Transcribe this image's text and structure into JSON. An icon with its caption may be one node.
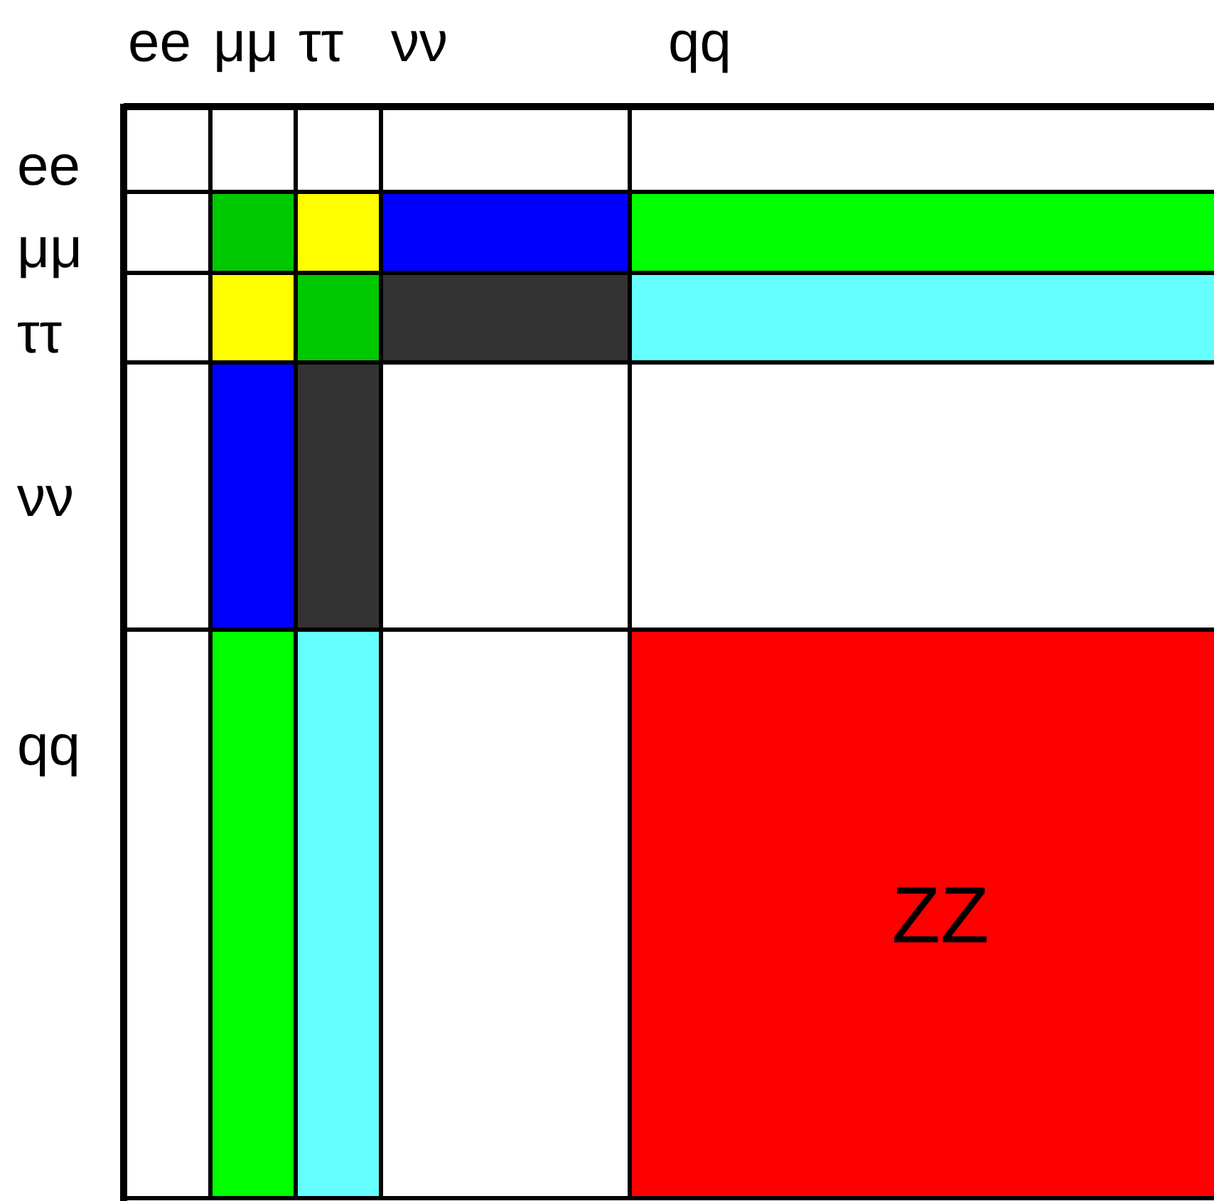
{
  "diagram": {
    "nodes": [
      {
        "text": [
          "ZZ"
        ]
      }
    ],
    "labels": [
      "ee",
      "μμ",
      "ττ",
      "νν",
      "qq",
      "ee",
      "μμ",
      "ττ",
      "νν",
      "qq"
    ]
  }
}
